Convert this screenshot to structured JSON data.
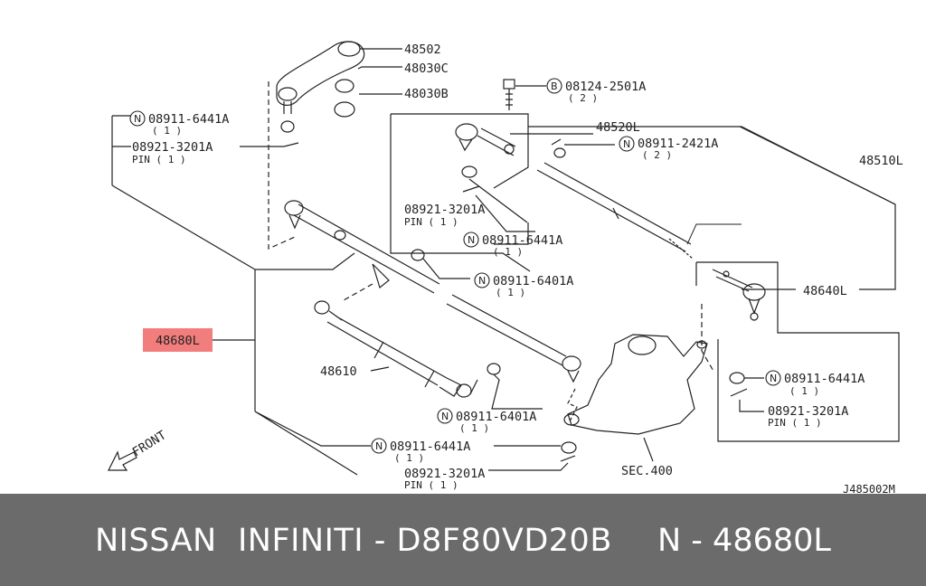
{
  "diagram": {
    "highlight_color": "#f27d7d",
    "labels": {
      "p48502": "48502",
      "p48030C": "48030C",
      "p48030B": "48030B",
      "b_bolt": "08124-2501A",
      "b_bolt_qty": "( 2 )",
      "n_top_left": "08911-6441A",
      "n_top_left_qty": "( 1 )",
      "pin_top_left": "08921-3201A",
      "pin_top_left_word": "PIN ( 1 )",
      "p48520L": "48520L",
      "n_2421": "08911-2421A",
      "n_2421_qty": "( 2 )",
      "p48510L": "48510L",
      "pin_mid": "08921-3201A",
      "pin_mid_word": "PIN ( 1 )",
      "n_mid": "08911-6441A",
      "n_mid_qty": "( 1 )",
      "n_6401_upper": "08911-6401A",
      "n_6401_upper_qty": "( 1 )",
      "p48640L": "48640L",
      "p48680L": "48680L",
      "p48610": "48610",
      "n_right": "08911-6441A",
      "n_right_qty": "( 1 )",
      "pin_right": "08921-3201A",
      "pin_right_word": "PIN ( 1 )",
      "n_6401_lower": "08911-6401A",
      "n_6401_lower_qty": "( 1 )",
      "front": "FRONT",
      "n_bottom": "08911-6441A",
      "n_bottom_qty": "( 1 )",
      "pin_bottom": "08921-3201A",
      "pin_bottom_word": "PIN ( 1 )",
      "sec": "SEC.400",
      "code": "J485002M",
      "circle_n": "N",
      "circle_b": "B"
    }
  },
  "footer": {
    "title": "NISSAN  INFINITI - D8F80VD20B",
    "part": "N - 48680L"
  }
}
